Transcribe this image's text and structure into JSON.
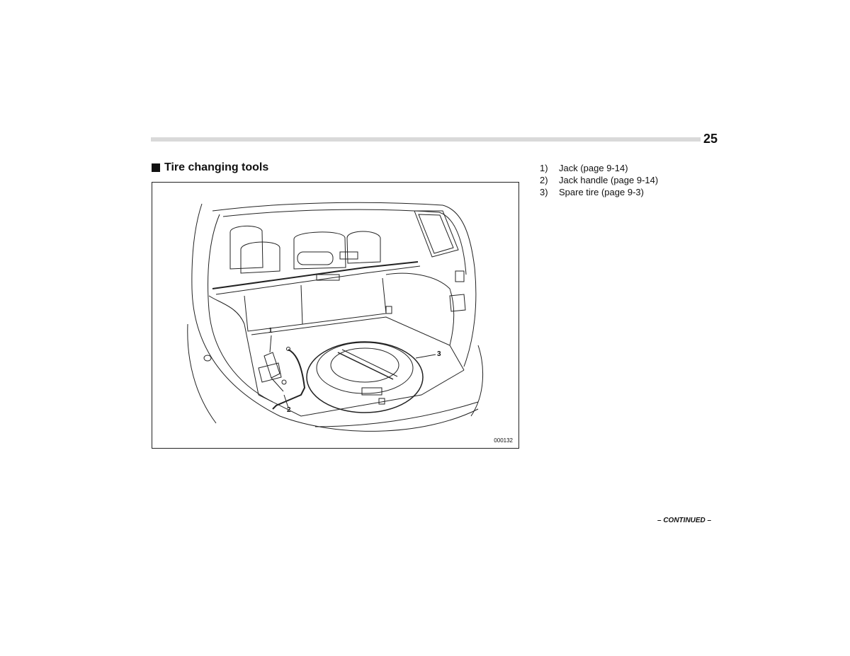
{
  "page": {
    "number": "25",
    "continued": "– CONTINUED –"
  },
  "section": {
    "title": "Tire changing tools"
  },
  "figure": {
    "id": "000132",
    "callouts": [
      "1",
      "2",
      "3"
    ]
  },
  "legend": [
    {
      "num": "1)",
      "text": "Jack (page 9-14)"
    },
    {
      "num": "2)",
      "text": "Jack handle (page 9-14)"
    },
    {
      "num": "3)",
      "text": "Spare tire (page 9-3)"
    }
  ]
}
